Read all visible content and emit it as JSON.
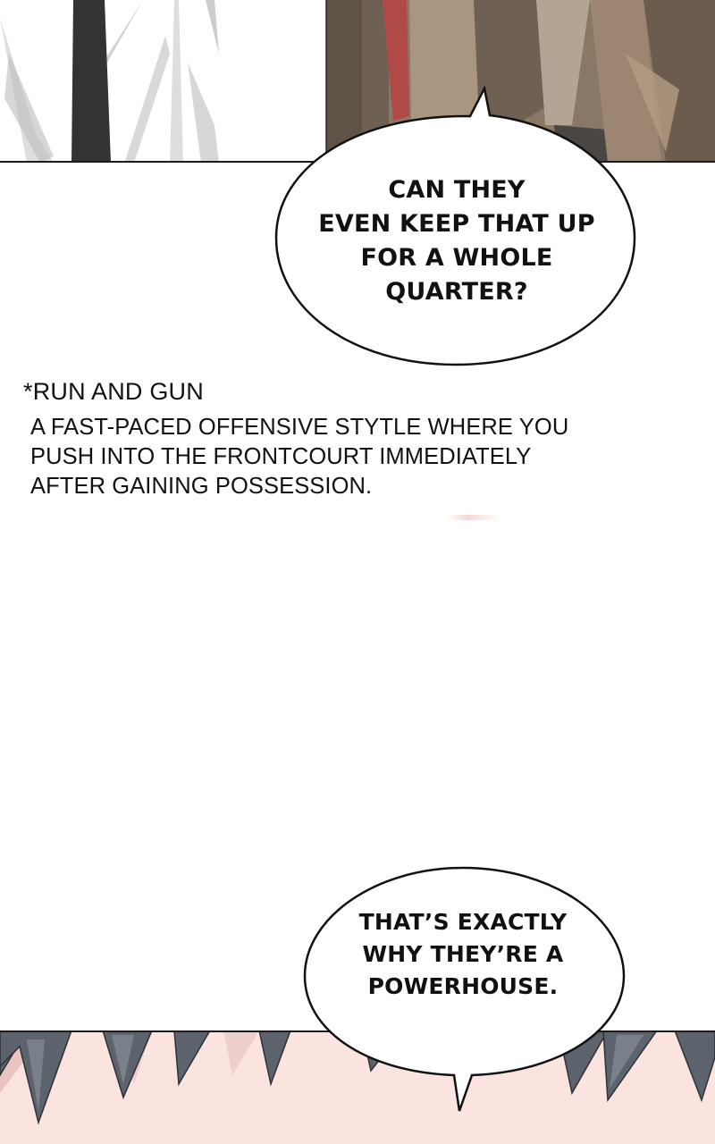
{
  "comic": {
    "top_panel": {
      "description": "close-up of torsos: white shirt with dark tie on left, brown jacket with red strap on right",
      "colors": {
        "shirt": "#ffffff",
        "shirt_shadow": "#bdbdbd",
        "tie": "#333333",
        "jacket": "#8a7866",
        "jacket_dark": "#5f5246",
        "strap": "#b04a46",
        "jacket_light": "#a99580"
      }
    },
    "bubble_1": {
      "lines": [
        "CAN THEY",
        "EVEN KEEP THAT UP",
        "FOR A WHOLE",
        "QUARTER?"
      ]
    },
    "translator_note": {
      "title": "*RUN AND GUN",
      "lines": [
        "A FAST-PACED OFFENSIVE STYTLE WHERE YOU",
        "PUSH INTO THE FRONTCOURT IMMEDIATELY",
        "AFTER GAINING POSSESSION."
      ]
    },
    "bubble_2": {
      "lines": [
        "THAT’S EXACTLY",
        "WHY THEY’RE A",
        "POWERHOUSE."
      ]
    },
    "bottom_panel": {
      "description": "pink background with dark grey spiky hair tips hanging from top edge",
      "colors": {
        "background": "#fbe3df",
        "hair": "#5d636c",
        "hair_light": "#7a8089",
        "shadow": "#e9c4c0"
      }
    }
  }
}
